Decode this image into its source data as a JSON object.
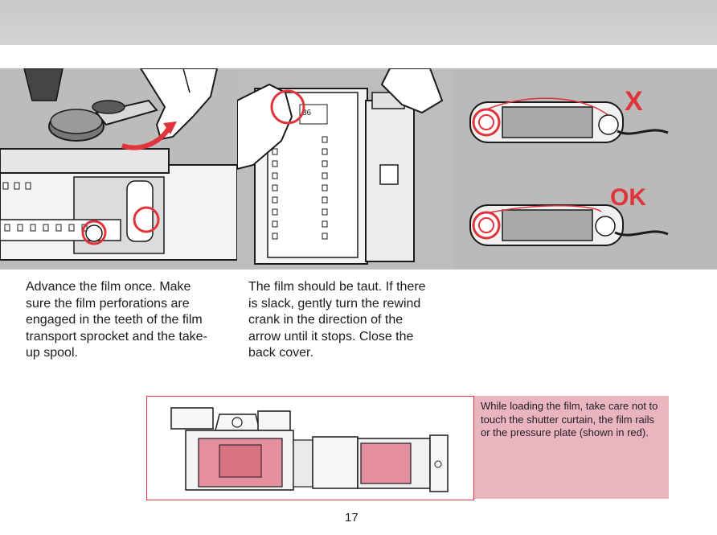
{
  "captions": {
    "left": "Advance the film once. Make sure the film perforations are engaged in the teeth of the film transport sprocket and the take-up spool.",
    "middle": "The film should be taut. If there is slack, gently turn the rewind crank in the direction of the arrow until it stops. Close the back cover."
  },
  "counter_label": "36",
  "status_marks": {
    "wrong": "X",
    "right": "OK"
  },
  "note": "While loading the film, take care not to touch the shutter curtain, the film rails or the pressure plate (shown in red).",
  "page_number": "17",
  "colors": {
    "highlight_red": "#e0343a",
    "pressure_plate_pink": "#e58f9f",
    "note_background": "#ebb5c0",
    "illustration_gray": "#b9b9b9"
  }
}
